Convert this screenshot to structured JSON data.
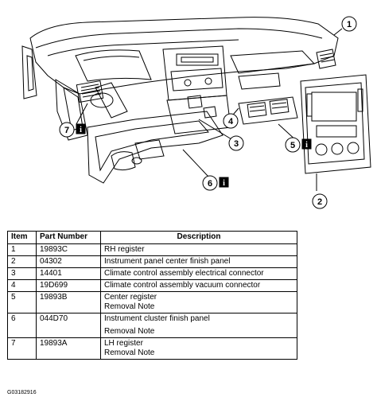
{
  "callouts": [
    {
      "num": "1",
      "info": false
    },
    {
      "num": "2",
      "info": false
    },
    {
      "num": "3",
      "info": false
    },
    {
      "num": "4",
      "info": false
    },
    {
      "num": "5",
      "info": true
    },
    {
      "num": "6",
      "info": true
    },
    {
      "num": "7",
      "info": true
    }
  ],
  "info_glyph": "i",
  "table": {
    "headers": [
      "Item",
      "Part Number",
      "Description"
    ],
    "rows": [
      {
        "item": "1",
        "part": "19893C",
        "desc": "RH register",
        "note": ""
      },
      {
        "item": "2",
        "part": "04302",
        "desc": "Instrument panel center finish panel",
        "note": ""
      },
      {
        "item": "3",
        "part": "14401",
        "desc": "Climate control assembly electrical connector",
        "note": ""
      },
      {
        "item": "4",
        "part": "19D699",
        "desc": "Climate control assembly vacuum connector",
        "note": ""
      },
      {
        "item": "5",
        "part": "19893B",
        "desc": "Center register",
        "note": "Removal Note"
      },
      {
        "item": "6",
        "part": "044D70",
        "desc": "Instrument cluster finish panel",
        "note": "Removal Note"
      },
      {
        "item": "7",
        "part": "19893A",
        "desc": "LH register",
        "note": "Removal Note"
      }
    ]
  },
  "figure_id": "G03182916"
}
